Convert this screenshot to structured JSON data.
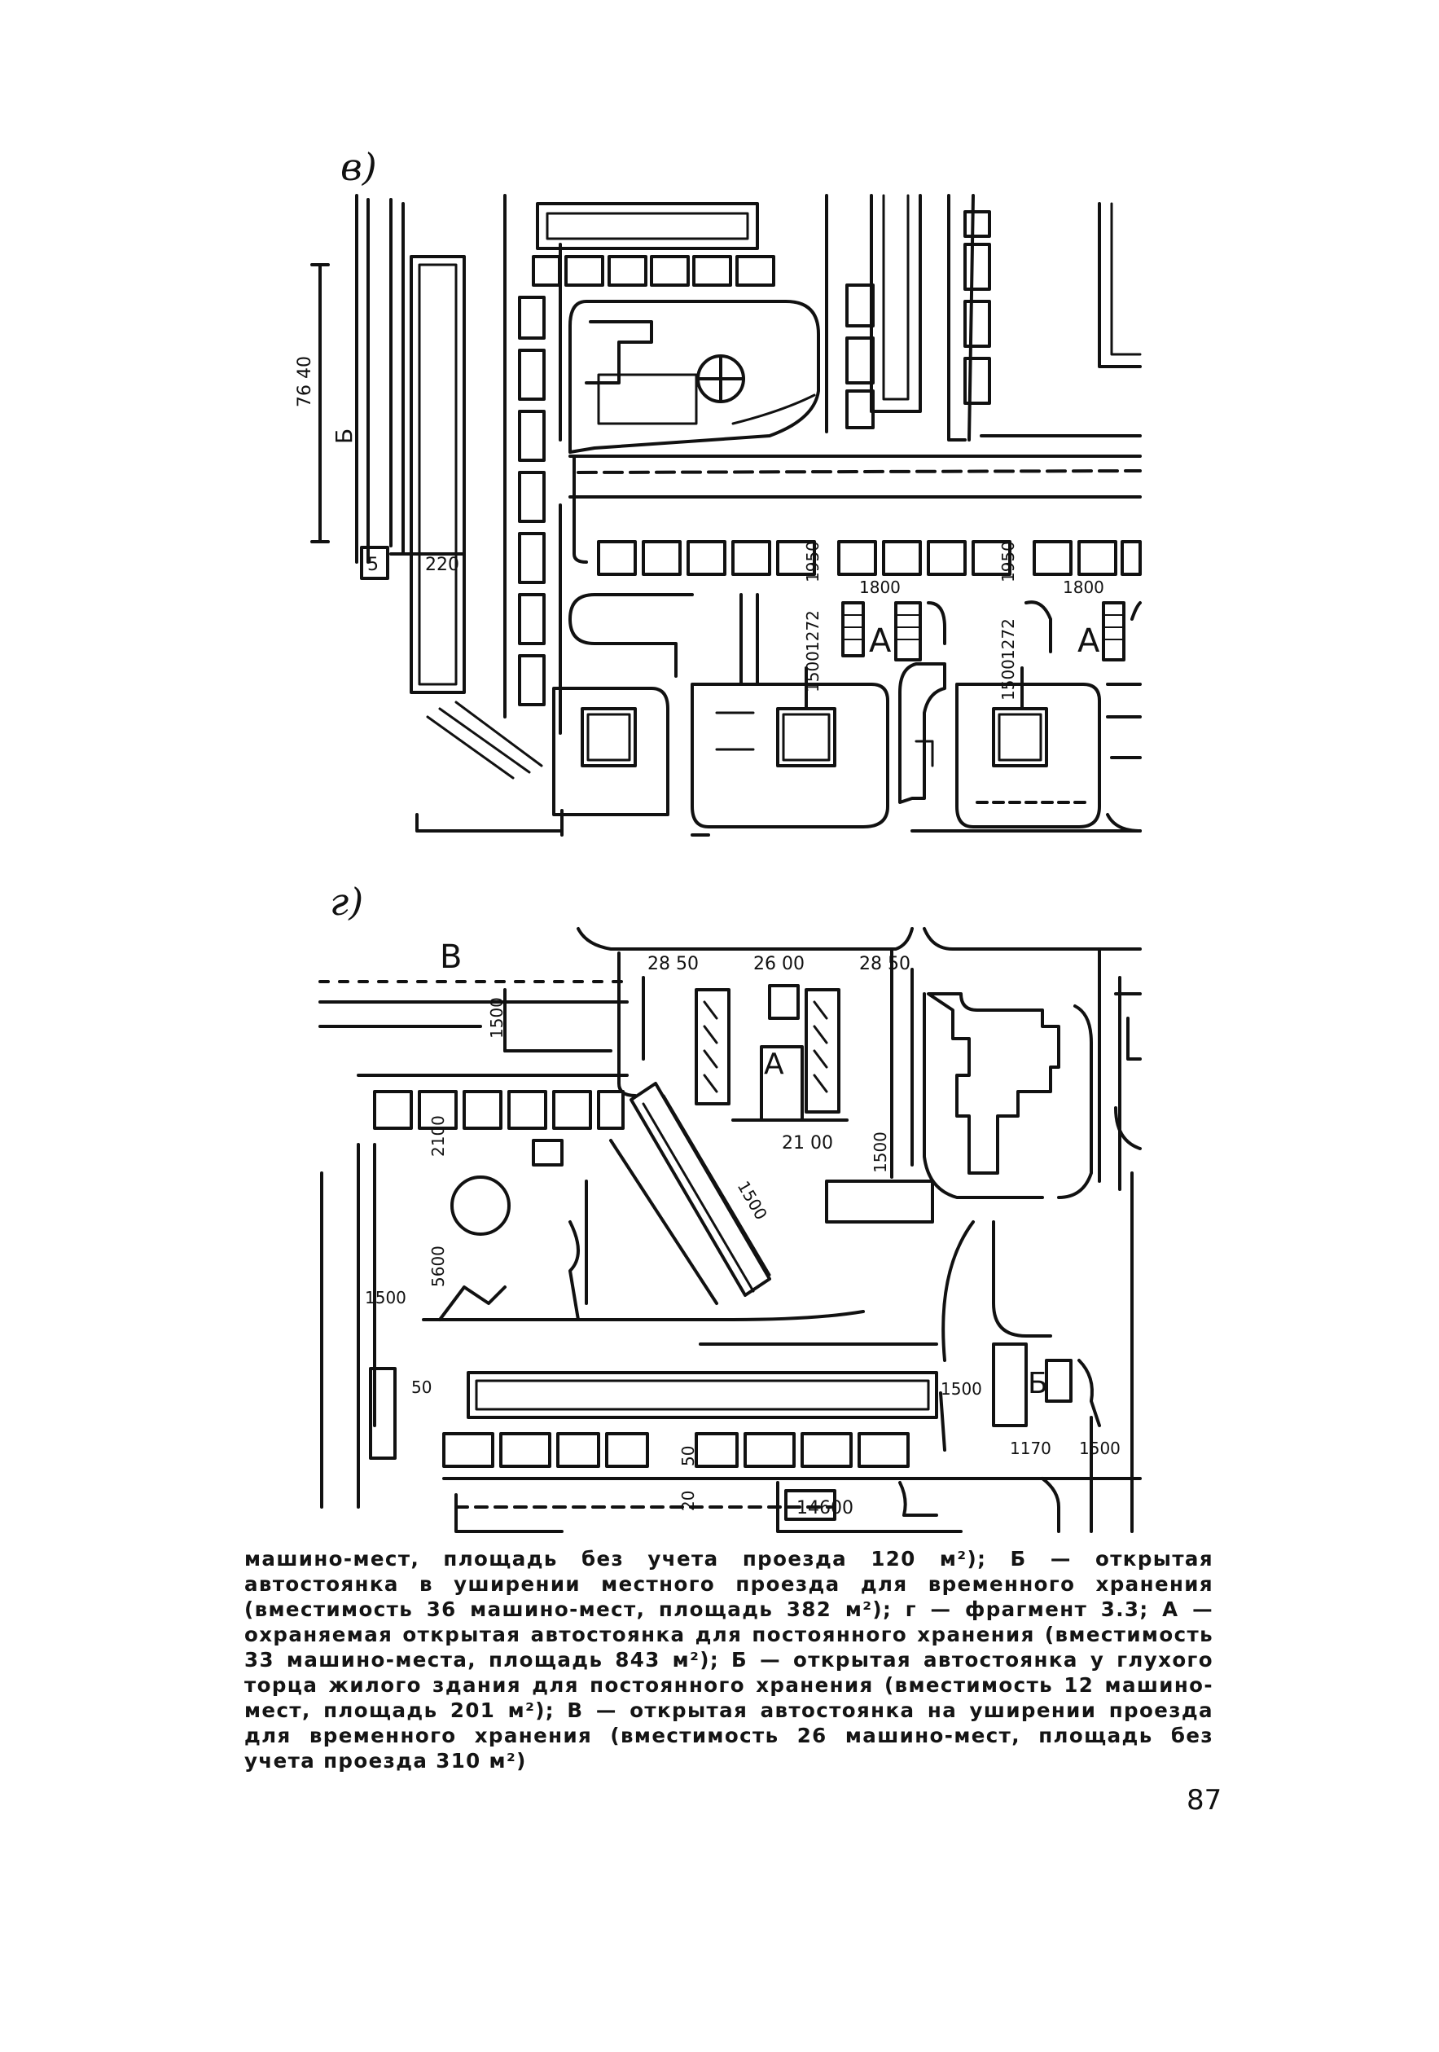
{
  "panels": {
    "v": {
      "label": "в)",
      "labels": {
        "dim_7640": "76 40",
        "zone_b": "Б",
        "dim_5": "5",
        "dim_220": "220",
        "dim_1800a": "1800",
        "dim_1800b": "1800",
        "dim_1950a": "1950",
        "dim_1950b": "1950",
        "dim_1272a": "1272",
        "dim_1272b": "1272",
        "dim_1500a": "1500",
        "dim_1500b": "1500",
        "zone_a1": "А",
        "zone_a2": "А"
      }
    },
    "g": {
      "label": "г)",
      "labels": {
        "zone_v": "В",
        "dim_2850a": "28 50",
        "dim_2600": "26 00",
        "dim_2850b": "28 50",
        "dim_1500v": "1500",
        "dim_2100v": "2100",
        "dim_5600": "5600",
        "dim_1500h": "1500",
        "dim_50": "50",
        "zone_a": "А",
        "dim_2100h": "21 00",
        "dim_1500d": "1500",
        "dim_1500mid": "1500",
        "dim_1500r": "1500",
        "zone_b": "Б",
        "dim_1170": "1170",
        "dim_1500rr": "1500",
        "dim_14600": "14600",
        "dim_20": "20",
        "dim_50b": "50"
      }
    }
  },
  "caption": "машино-мест, площадь без учета проезда 120 м²); Б — открытая автостоянка в уширении местного проезда для временного хранения (вместимость 36 машино-мест, площадь 382 м²); г — фрагмент 3.3; А — охраняемая открытая автостоянка для постоянного хранения (вместимость 33 машино-места, площадь 843 м²); Б — открытая автостоянка у глухого торца жилого здания для постоянного хранения (вместимость 12 машино-мест, площадь 201 м²); В — открытая автостоянка на уширении проезда для временного хранения (вместимость 26 машино-мест, площадь без учета проезда 310 м²)",
  "page_number": "87"
}
